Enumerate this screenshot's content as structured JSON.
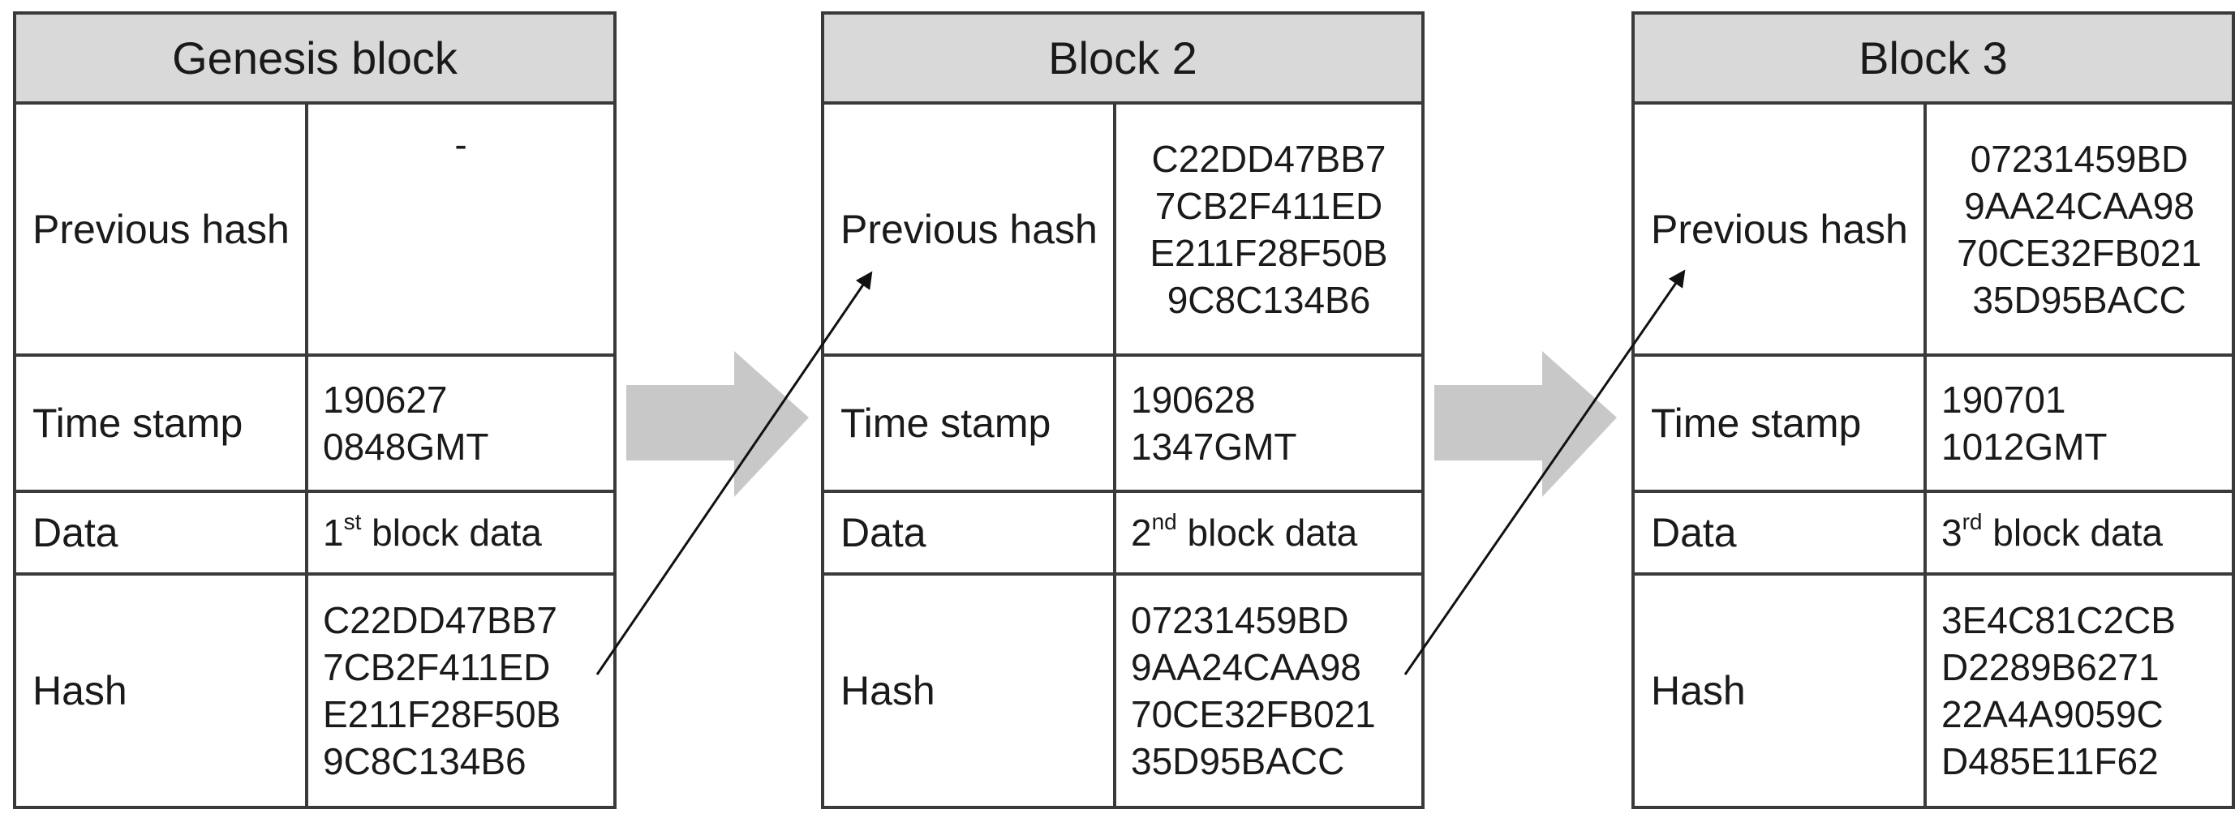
{
  "blocks": [
    {
      "title": "Genesis block",
      "labels": {
        "previous_hash": "Previous hash",
        "time_stamp": "Time stamp",
        "data": "Data",
        "hash": "Hash"
      },
      "previous_hash": [
        "-"
      ],
      "time_stamp": [
        "190627",
        "0848GMT"
      ],
      "data": {
        "ordinal_number": "1",
        "ordinal_suffix": "st",
        "text": "block data"
      },
      "hash": [
        "C22DD47BB7",
        "7CB2F411ED",
        "E211F28F50B",
        "9C8C134B6"
      ]
    },
    {
      "title": "Block 2",
      "labels": {
        "previous_hash": "Previous hash",
        "time_stamp": "Time stamp",
        "data": "Data",
        "hash": "Hash"
      },
      "previous_hash": [
        "C22DD47BB7",
        "7CB2F411ED",
        "E211F28F50B",
        "9C8C134B6"
      ],
      "time_stamp": [
        "190628",
        "1347GMT"
      ],
      "data": {
        "ordinal_number": "2",
        "ordinal_suffix": "nd",
        "text": "block data"
      },
      "hash": [
        "07231459BD",
        "9AA24CAA98",
        "70CE32FB021",
        "35D95BACC"
      ]
    },
    {
      "title": "Block 3",
      "labels": {
        "previous_hash": "Previous hash",
        "time_stamp": "Time stamp",
        "data": "Data",
        "hash": "Hash"
      },
      "previous_hash": [
        "07231459BD",
        "9AA24CAA98",
        "70CE32FB021",
        "35D95BACC"
      ],
      "time_stamp": [
        "190701",
        "1012GMT"
      ],
      "data": {
        "ordinal_number": "3",
        "ordinal_suffix": "rd",
        "text": "block data"
      },
      "hash": [
        "3E4C81C2CB",
        "D2289B6271",
        "22A4A9059C",
        "D485E11F62"
      ]
    }
  ],
  "colors": {
    "header_fill": "#d9d9d9",
    "border": "#3a3a3a",
    "chain_arrow": "#c8c8c8",
    "link_line": "#111111"
  }
}
